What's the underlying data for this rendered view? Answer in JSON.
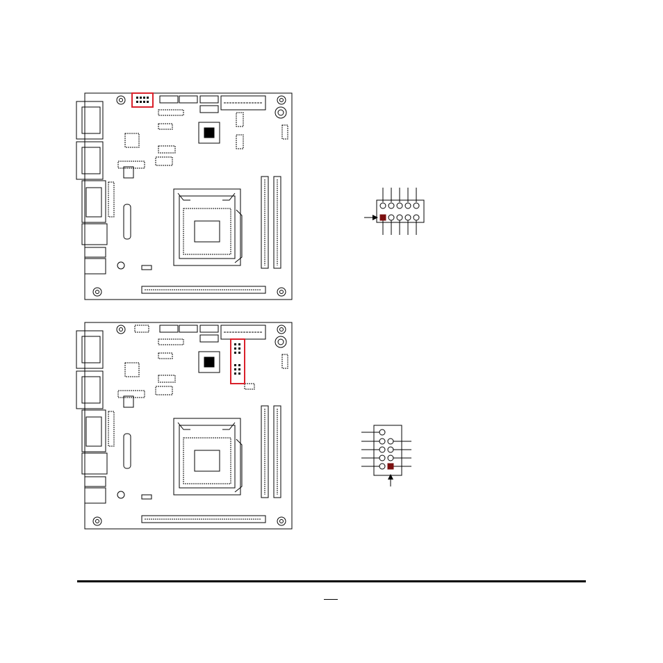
{
  "figures": [
    {
      "board_name": "motherboard-layout-top",
      "highlight_name": "header-highlight-top",
      "pin_header": {
        "orientation": "horizontal",
        "rows": 2,
        "cols": 5,
        "pin1_position": "bottom-left",
        "pin1_marker": "arrow-left"
      }
    },
    {
      "board_name": "motherboard-layout-bottom",
      "highlight_name": "header-highlight-bottom",
      "pin_header": {
        "orientation": "vertical",
        "rows": 5,
        "cols": 2,
        "pin1_position": "bottom-right",
        "pin1_marker": "arrow-up"
      }
    }
  ],
  "colors": {
    "highlight": "#d9202a",
    "pin1_fill": "#7b1010",
    "line": "#000000",
    "board_fill": "#ffffff"
  },
  "footer": {
    "page_number": ""
  }
}
